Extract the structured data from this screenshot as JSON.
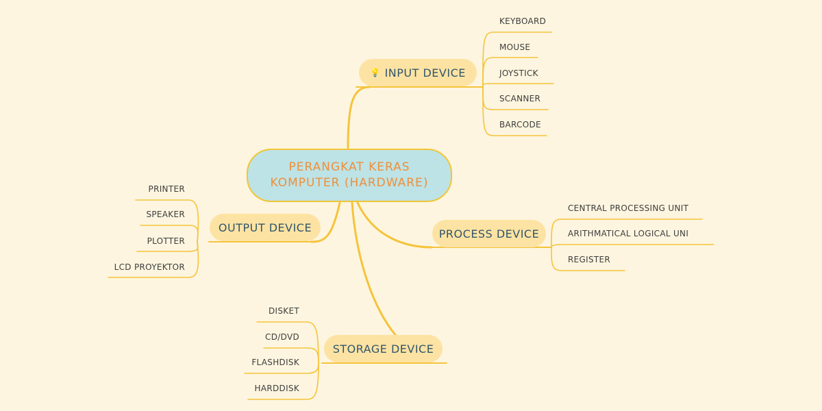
{
  "central": {
    "line1": "PERANGKAT KERAS",
    "line2": "KOMPUTER (HARDWARE)"
  },
  "branches": {
    "input": {
      "label": "INPUT DEVICE",
      "icon": "lightbulb-icon",
      "leaves": [
        "KEYBOARD",
        "MOUSE",
        "JOYSTICK",
        "SCANNER",
        "BARCODE"
      ]
    },
    "process": {
      "label": "PROCESS DEVICE",
      "leaves": [
        "CENTRAL PROCESSING UNIT",
        "ARITHMATICAL LOGICAL UNI",
        "REGISTER"
      ]
    },
    "output": {
      "label": "OUTPUT DEVICE",
      "leaves": [
        "PRINTER",
        "SPEAKER",
        "PLOTTER",
        "LCD PROYEKTOR"
      ]
    },
    "storage": {
      "label": "STORAGE DEVICE",
      "leaves": [
        "DISKET",
        "CD/DVD",
        "FLASHDISK",
        "HARDDISK"
      ]
    }
  },
  "colors": {
    "background": "#fdf5df",
    "central_fill": "#bde3e6",
    "central_text": "#ee8f3a",
    "branch_fill": "#fde3a3",
    "branch_text": "#31556b",
    "connector": "#f5c33b",
    "leaf_text": "#3d3d3d"
  }
}
